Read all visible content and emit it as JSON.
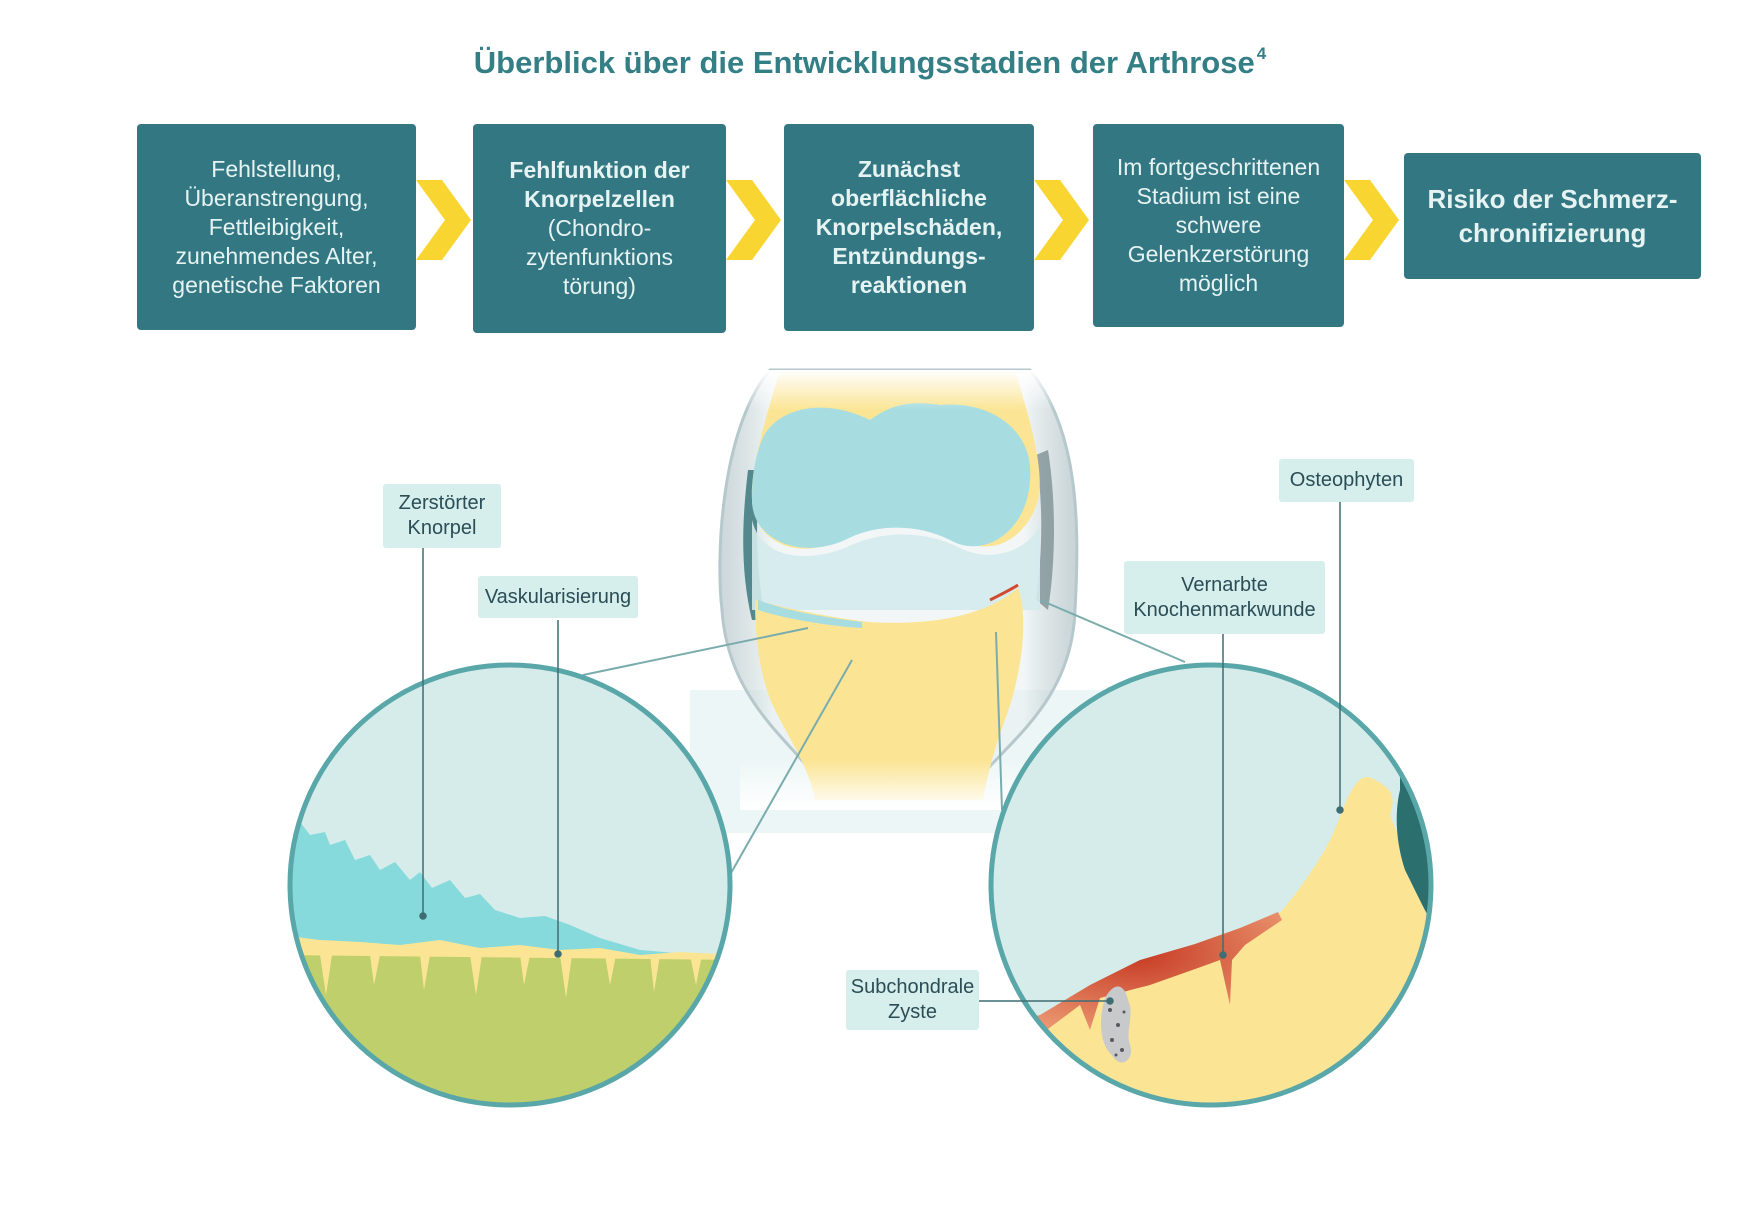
{
  "title": "Überblick über die Entwicklungsstadien der Arthrose",
  "title_footnote": "4",
  "steps": [
    {
      "line1": "Fehlstellung,",
      "line2": "Überanstrengung,",
      "line3": "Fettleibigkeit,",
      "line4": "zunehmendes Alter,",
      "line5": "genetische Faktoren"
    },
    {
      "bold1": "Fehlfunktion der",
      "bold2": "Knorpelzellen",
      "line3": "(Chondro-",
      "line4": "zytenfunktions",
      "line5": "törung)"
    },
    {
      "line1": "Zunächst",
      "line2": "oberflächliche",
      "line3": "Knorpelschäden,",
      "line4": "Entzündungs-",
      "line5": "reaktionen"
    },
    {
      "line1": "Im fortgeschrittenen",
      "line2": "Stadium ist eine",
      "line3": "schwere",
      "line4": "Gelenkzerstörung",
      "line5": "möglich"
    },
    {
      "line1": "Risiko der Schmerz-",
      "line2": "chronifizierung"
    }
  ],
  "labels": {
    "zerstoerter_line1": "Zerstörter",
    "zerstoerter_line2": "Knorpel",
    "vaskularisierung": "Vaskularisierung",
    "osteophyten": "Osteophyten",
    "vernarbte_line1": "Vernarbte",
    "vernarbte_line2": "Knochenmarkwunde",
    "zyste_line1": "Subchondrale",
    "zyste_line2": "Zyste"
  },
  "colors": {
    "title": "#337f85",
    "step_box": "#337782",
    "chevron": "#f9d532",
    "label_bg": "#d6eeec",
    "circle_stroke": "#5aa7a9",
    "bone_yellow": "#fbe595",
    "cartilage_blue": "#86dadb",
    "bone_green": "#becf6b",
    "scar_red": "#d24a2e",
    "osteophyte_dark": "#2b706e"
  }
}
